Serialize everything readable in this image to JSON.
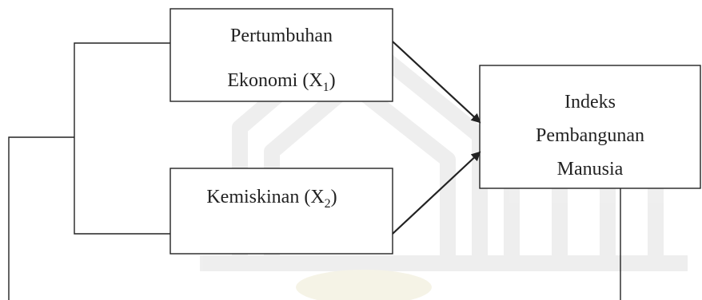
{
  "diagram": {
    "nodes": {
      "x1": {
        "line1": "Pertumbuhan",
        "line2_main": "Ekonomi (X",
        "line2_sub": "1",
        "line2_end": ")"
      },
      "x2": {
        "line1_main": "Kemiskinan (X",
        "line1_sub": "2",
        "line1_end": ")"
      },
      "y": {
        "line1": "Indeks",
        "line2": "Pembangunan",
        "line3": "Manusia"
      }
    },
    "watermark": {
      "description_icon": "university-emblem-watermark"
    },
    "colors": {
      "stroke": "#222222",
      "text": "#222222",
      "watermark": "#ededed",
      "background": "#ffffff"
    }
  }
}
